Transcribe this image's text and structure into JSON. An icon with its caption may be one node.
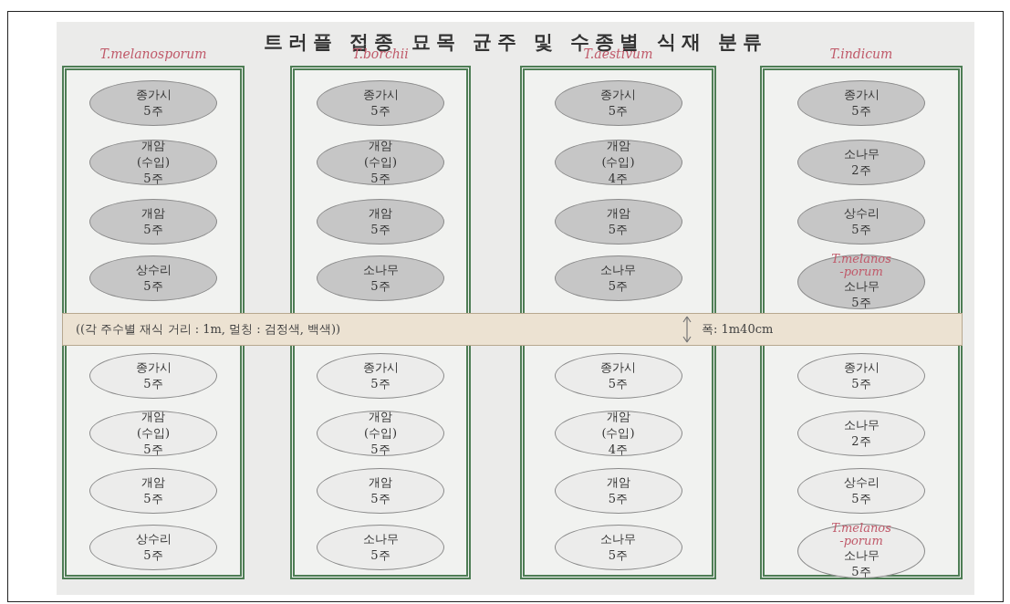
{
  "diagram": {
    "title": "트러플 접종 묘목 균주 및 수종별 식재 분류",
    "nodes": [
      {
        "text": [
          "T.melanosporum"
        ]
      },
      {
        "text": [
          "종가시 5주"
        ],
        "in": 0
      },
      {
        "text": [
          "개암(수입) 5주"
        ],
        "in": 0
      },
      {
        "text": [
          "개암 5주"
        ],
        "in": 0
      },
      {
        "text": [
          "상수리 5주"
        ],
        "in": 0
      },
      {
        "text": [
          "종가시 5주"
        ],
        "in": 0
      },
      {
        "text": [
          "개암(수입) 5주"
        ],
        "in": 0
      },
      {
        "text": [
          "개암 5주"
        ],
        "in": 0
      },
      {
        "text": [
          "상수리 5주"
        ],
        "in": 0
      },
      {
        "text": [
          "T.borchii"
        ]
      },
      {
        "text": [
          "종가시 5주"
        ],
        "in": 9
      },
      {
        "text": [
          "개암(수입) 5주"
        ],
        "in": 9
      },
      {
        "text": [
          "개암 5주"
        ],
        "in": 9
      },
      {
        "text": [
          "소나무 5주"
        ],
        "in": 9
      },
      {
        "text": [
          "종가시 5주"
        ],
        "in": 9
      },
      {
        "text": [
          "개암(수입) 5주"
        ],
        "in": 9
      },
      {
        "text": [
          "개암 5주"
        ],
        "in": 9
      },
      {
        "text": [
          "소나무 5주"
        ],
        "in": 9
      },
      {
        "text": [
          "T.aestivum"
        ]
      },
      {
        "text": [
          "종가시 5주"
        ],
        "in": 18
      },
      {
        "text": [
          "개암(수입) 4주"
        ],
        "in": 18
      },
      {
        "text": [
          "개암 5주"
        ],
        "in": 18
      },
      {
        "text": [
          "소나무 5주"
        ],
        "in": 18
      },
      {
        "text": [
          "종가시 5주"
        ],
        "in": 18
      },
      {
        "text": [
          "개암(수입) 4주"
        ],
        "in": 18
      },
      {
        "text": [
          "개암 5주"
        ],
        "in": 18
      },
      {
        "text": [
          "소나무 5주"
        ],
        "in": 18
      },
      {
        "text": [
          "T.indicum"
        ]
      },
      {
        "text": [
          "종가시 5주"
        ],
        "in": 27
      },
      {
        "text": [
          "소나무 2주"
        ],
        "in": 27
      },
      {
        "text": [
          "상수리 5주"
        ],
        "in": 27
      },
      {
        "text": [
          "T.melanos -porum",
          "소나무 5주"
        ],
        "in": 27
      },
      {
        "text": [
          "종가시 5주"
        ],
        "in": 27
      },
      {
        "text": [
          "소나무 2주"
        ],
        "in": 27
      },
      {
        "text": [
          "상수리 5주"
        ],
        "in": 27
      },
      {
        "text": [
          "T.melanos -porum",
          "소나무 5주"
        ],
        "in": 27
      },
      {
        "text": [
          "((각 주수별 재식 거리 : 1m, 멀칭 : 검정색, 백색))",
          "폭: 1m40cm"
        ]
      }
    ],
    "edges": []
  }
}
